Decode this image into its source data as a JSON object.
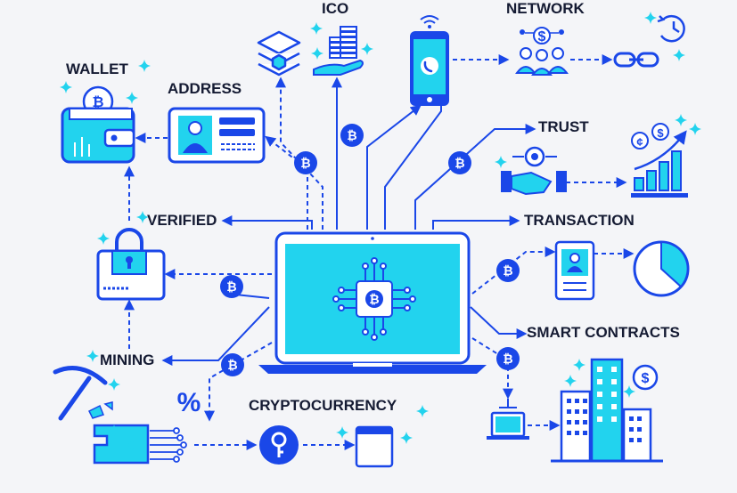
{
  "labels": {
    "ico": "ICO",
    "network": "NETWORK",
    "wallet": "WALLET",
    "address": "ADDRESS",
    "trust": "TRUST",
    "verified": "VERIFIED",
    "transaction": "TRANSACTION",
    "smart_contracts": "SMART CONTRACTS",
    "mining": "MINING",
    "cryptocurrency": "CRYPTOCURRENCY"
  },
  "glyphs": {
    "bitcoin": "₿",
    "dollar": "$",
    "cent": "¢",
    "percent": "%"
  },
  "colors": {
    "primary": "#1a47e8",
    "cyan": "#22d3ee",
    "dark": "#151b33",
    "background": "#f4f5f8"
  }
}
